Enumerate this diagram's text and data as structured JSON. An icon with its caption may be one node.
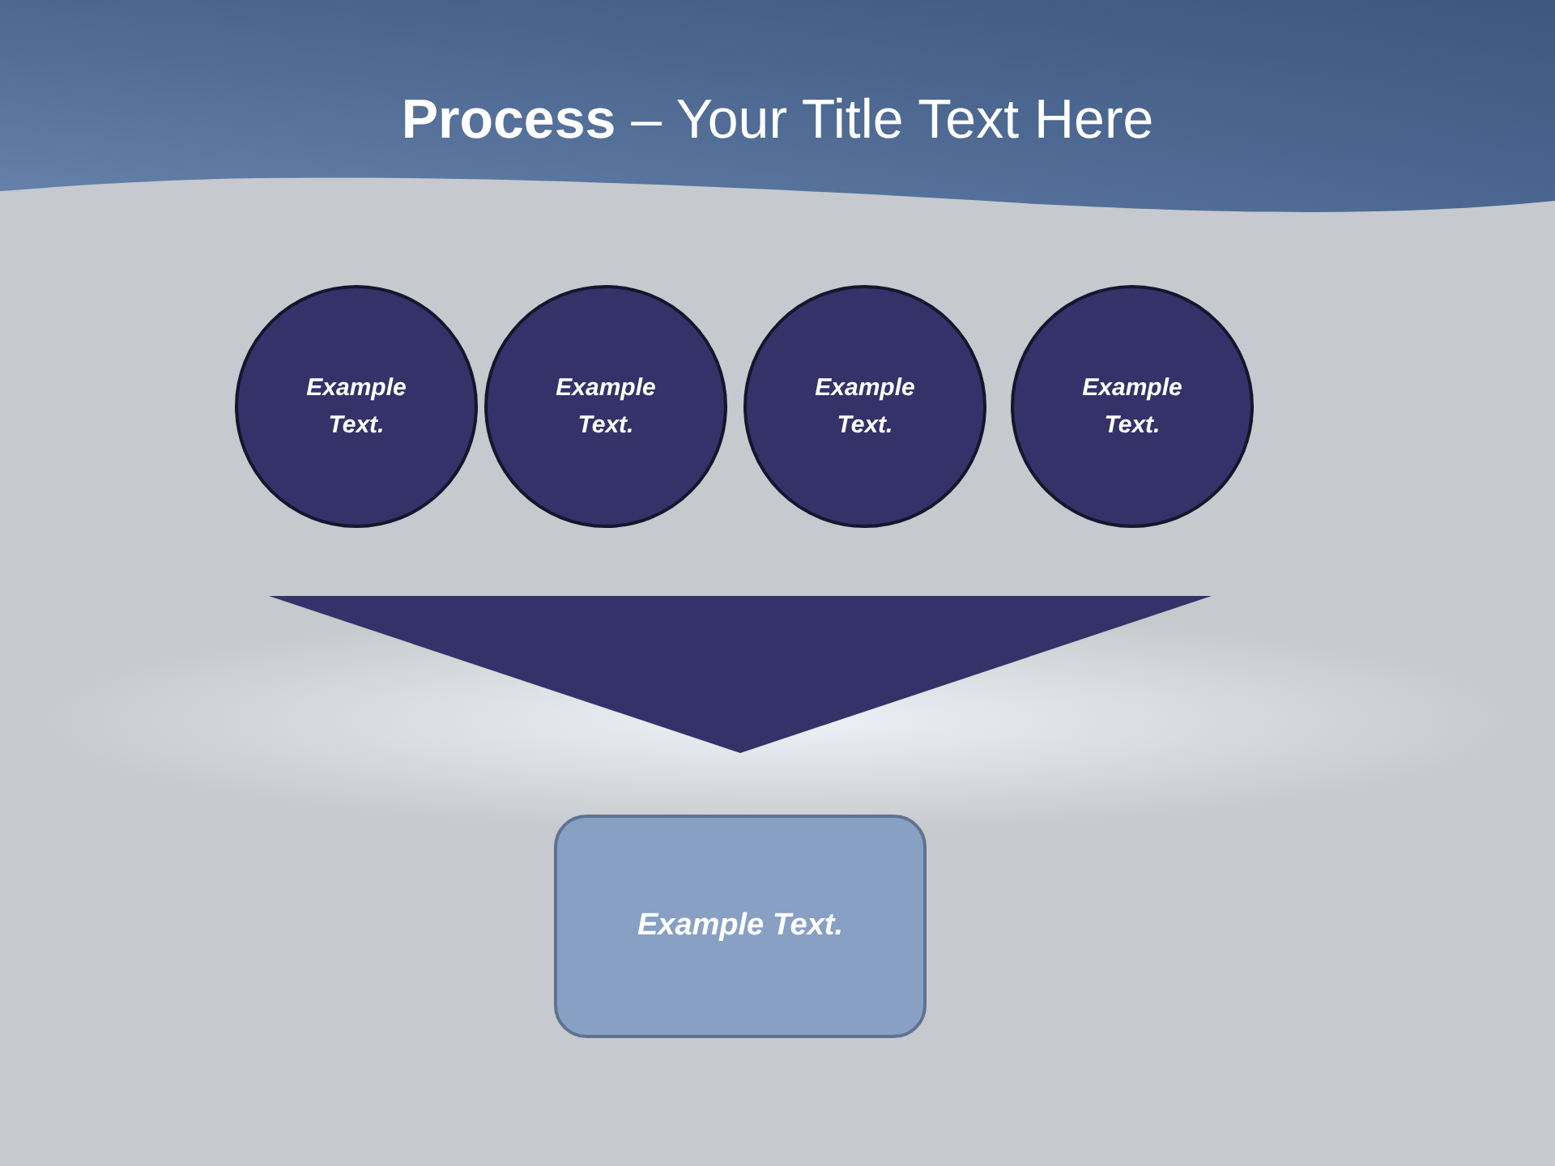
{
  "diagram": {
    "title": "**Process** – Your Title Text Here",
    "nodes": [
      {
        "text": [
          "Example Text."
        ]
      },
      {
        "text": [
          "Example Text."
        ]
      },
      {
        "text": [
          "Example Text."
        ]
      },
      {
        "text": [
          "Example Text."
        ]
      },
      {
        "text": [],
        "shape": "triangle"
      },
      {
        "text": [
          "Example Text."
        ]
      }
    ]
  }
}
